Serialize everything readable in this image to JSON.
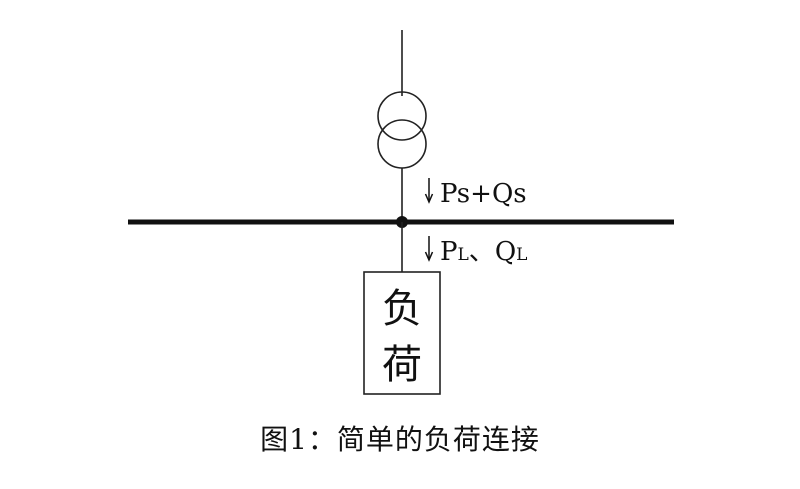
{
  "diagram": {
    "load_label_line1": "负",
    "load_label_line2": "荷",
    "flow_upper": {
      "p": "P",
      "p_sub": "s",
      "plus": "+",
      "q": "Q",
      "q_sub": "s"
    },
    "flow_lower": {
      "p": "P",
      "p_sub": "L",
      "sep": "、",
      "q": "Q",
      "q_sub": "L"
    }
  },
  "caption": "图1：简单的负荷连接"
}
